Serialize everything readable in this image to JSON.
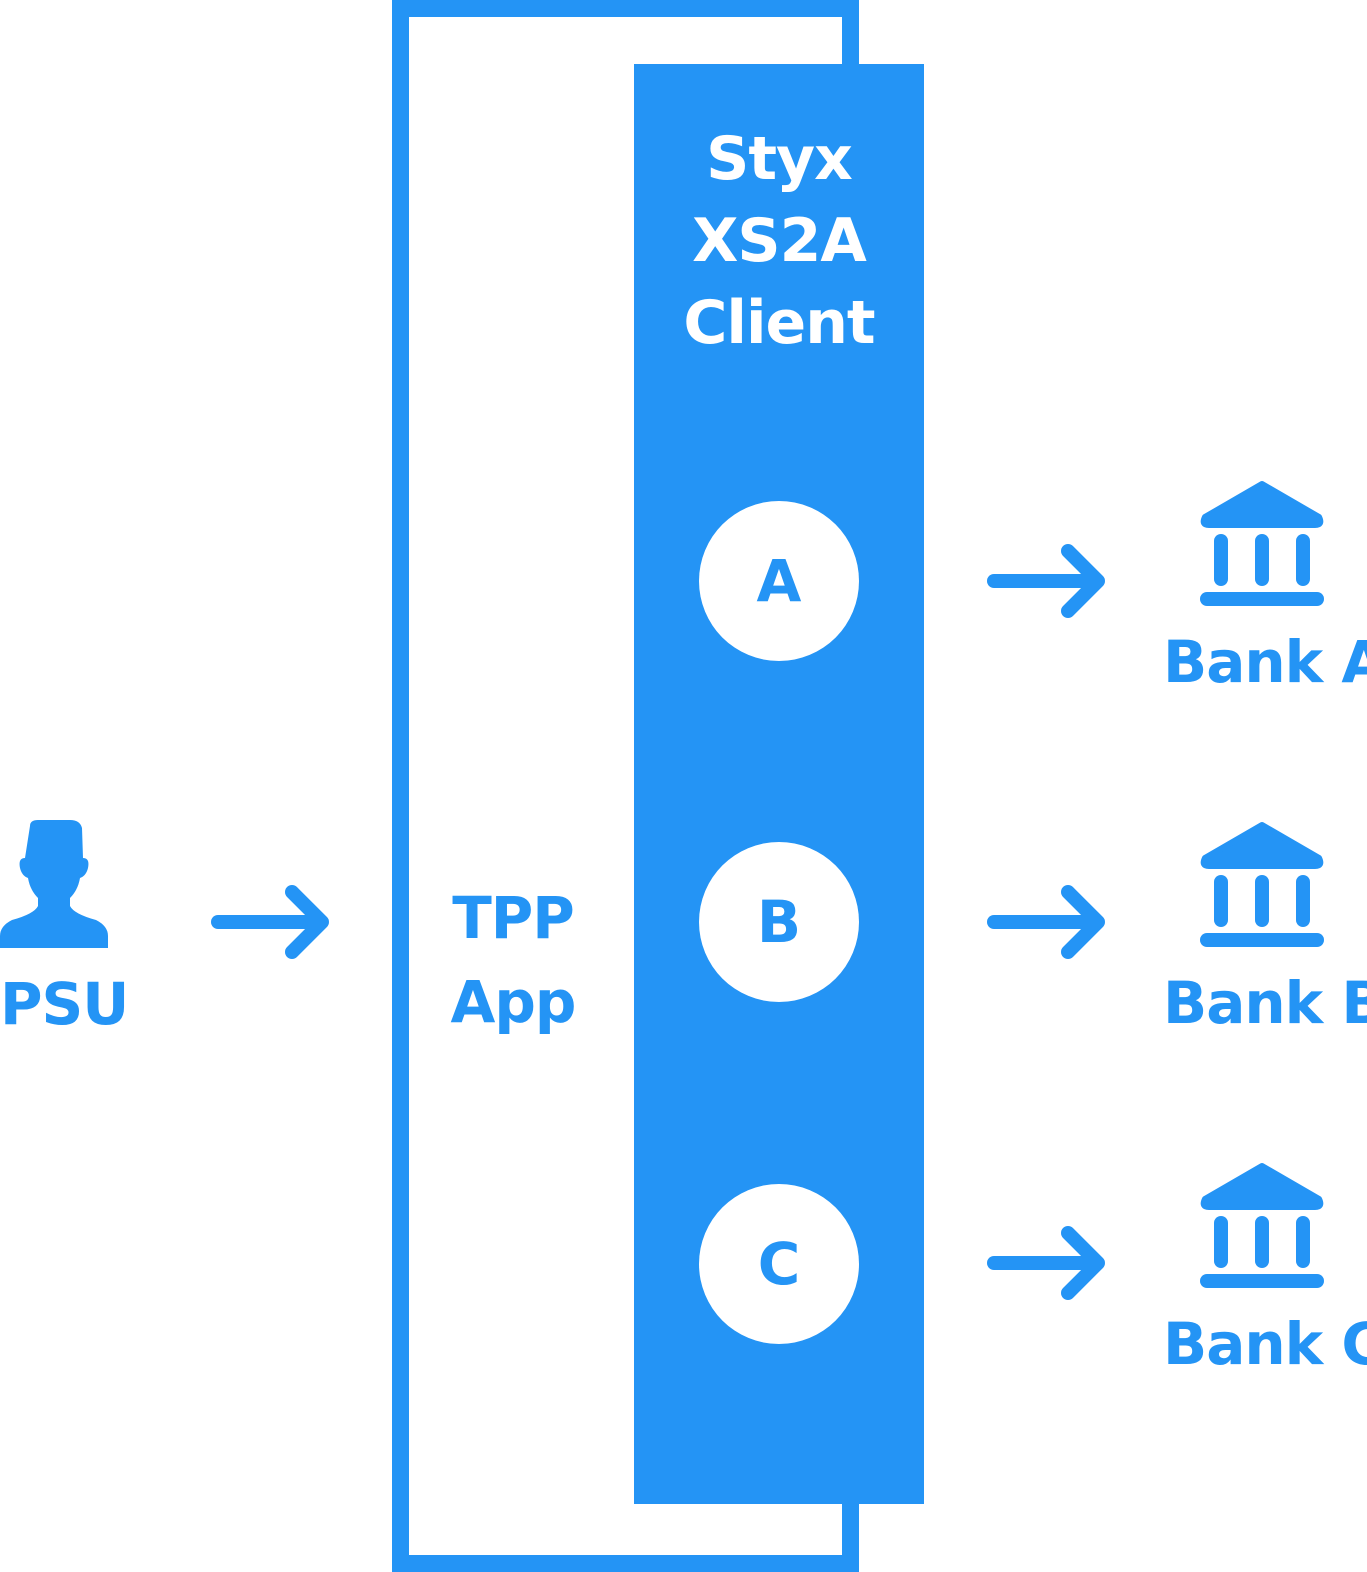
{
  "psu": {
    "icon": "person-icon",
    "label": "PSU"
  },
  "tpp": {
    "label_line1": "TPP",
    "label_line2": "App"
  },
  "client": {
    "line1": "Styx",
    "line2": "XS2A",
    "line3": "Client"
  },
  "connectors": [
    "A",
    "B",
    "C"
  ],
  "banks": [
    {
      "icon": "bank-icon",
      "label": "Bank A"
    },
    {
      "icon": "bank-icon",
      "label": "Bank B"
    },
    {
      "icon": "bank-icon",
      "label": "Bank C"
    }
  ],
  "colors": {
    "accent": "#2494F5",
    "background": "#FFFFFF"
  }
}
